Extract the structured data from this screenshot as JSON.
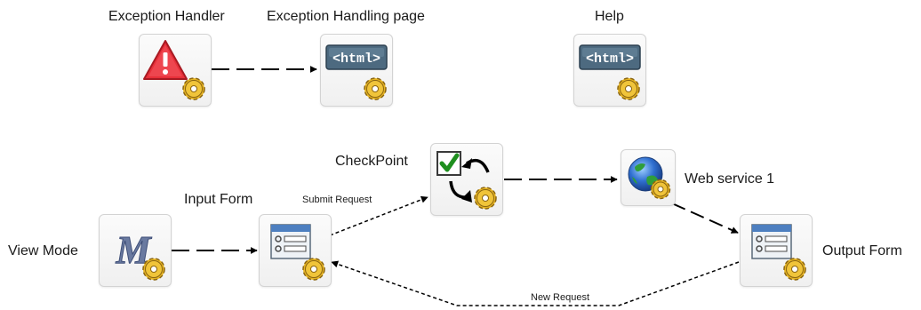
{
  "nodes": {
    "exception_handler": {
      "label": "Exception Handler",
      "icon": "warning-icon"
    },
    "exception_page": {
      "label": "Exception Handling page",
      "icon": "html-page-icon",
      "icon_text": "<html>"
    },
    "help": {
      "label": "Help",
      "icon": "html-page-icon",
      "icon_text": "<html>"
    },
    "checkpoint": {
      "label": "CheckPoint",
      "icon": "checkpoint-icon"
    },
    "web_service": {
      "label": "Web service 1",
      "icon": "globe-icon"
    },
    "input_form": {
      "label": "Input Form",
      "icon": "form-icon"
    },
    "view_mode": {
      "label": "View Mode",
      "icon": "m-logo-icon",
      "icon_text": "M"
    },
    "output_form": {
      "label": "Output Form",
      "icon": "form-icon"
    }
  },
  "edges": {
    "submit_request": {
      "label": "Submit Request"
    },
    "new_request": {
      "label": "New Request"
    }
  },
  "colors": {
    "warning": "#e8303a",
    "html_badge": "#4d6a80",
    "gear": "#e6b422",
    "line": "#000000"
  }
}
